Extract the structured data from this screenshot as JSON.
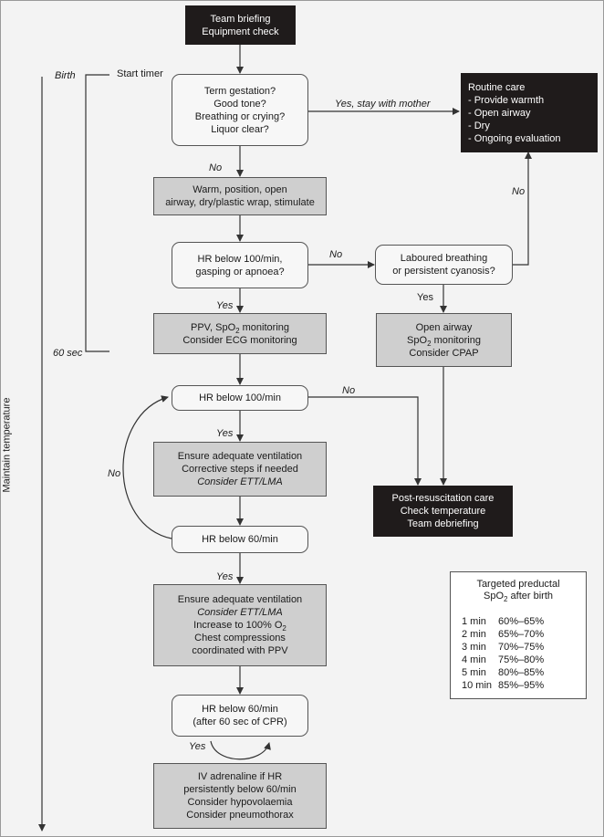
{
  "nodes": {
    "team_briefing": [
      "Team briefing",
      "Equipment check"
    ],
    "assessment": [
      "Term gestation?",
      "Good tone?",
      "Breathing or crying?",
      "Liquor clear?"
    ],
    "routine_care": [
      "Routine care",
      "- Provide warmth",
      "- Open airway",
      "- Dry",
      "- Ongoing evaluation"
    ],
    "warm": [
      "Warm, position, open",
      "airway, dry/plastic wrap, stimulate"
    ],
    "hr_check_1": [
      "HR below 100/min,",
      "gasping or apnoea?"
    ],
    "laboured": [
      "Laboured breathing",
      "or persistent cyanosis?"
    ],
    "ppv": {
      "line1_a": "PPV, SpO",
      "line1_sub": "2",
      "line1_b": " monitoring",
      "line2": "Consider ECG monitoring"
    },
    "open_airway": {
      "line1": "Open airway",
      "line2_a": "SpO",
      "line2_sub": "2",
      "line2_b": " monitoring",
      "line3": "Consider CPAP"
    },
    "hr_check_2": "HR below 100/min",
    "ventilation_1": {
      "line1": "Ensure adequate ventilation",
      "line2": "Corrective steps if needed",
      "line3": "Consider ETT/LMA"
    },
    "post_resus": [
      "Post-resuscitation care",
      "Check temperature",
      "Team debriefing"
    ],
    "hr_check_3": "HR below 60/min",
    "ventilation_2": {
      "line1": "Ensure adequate ventilation",
      "line2": "Consider ETT/LMA",
      "line3_a": "Increase to 100% O",
      "line3_sub": "2",
      "line4": "Chest compressions",
      "line5": "coordinated with PPV"
    },
    "hr_check_4": [
      "HR below 60/min",
      "(after 60 sec of CPR)"
    ],
    "adrenaline": [
      "IV adrenaline if HR",
      "persistently below 60/min",
      "Consider hypovolaemia",
      "Consider pneumothorax"
    ]
  },
  "edge_labels": {
    "start_timer": "Start timer",
    "birth": "Birth",
    "sixty_sec": "60 sec",
    "yes_mother": "Yes, stay with mother",
    "no_1": "No",
    "no_2": "No",
    "no_3": "No",
    "no_4": "No",
    "no_5": "No",
    "yes_1": "Yes",
    "yes_2": "Yes",
    "yes_3": "Yes",
    "yes_4": "Yes",
    "yes_5": "Yes"
  },
  "side_label": "Maintain temperature",
  "spo2_table": {
    "title_1": "Targeted preductal",
    "title_2_a": "SpO",
    "title_2_sub": "2",
    "title_2_b": " after birth",
    "rows": [
      {
        "time": "1 min",
        "range": "60%–65%"
      },
      {
        "time": "2 min",
        "range": "65%–70%"
      },
      {
        "time": "3 min",
        "range": "70%–75%"
      },
      {
        "time": "4 min",
        "range": "75%–80%"
      },
      {
        "time": "5 min",
        "range": "80%–85%"
      },
      {
        "time": "10 min",
        "range": "85%–95%"
      }
    ]
  },
  "colors": {
    "dark_box": "#1f1b1b",
    "grey_box": "#cfcfcf",
    "light_box": "#f7f7f7",
    "line": "#333333"
  }
}
